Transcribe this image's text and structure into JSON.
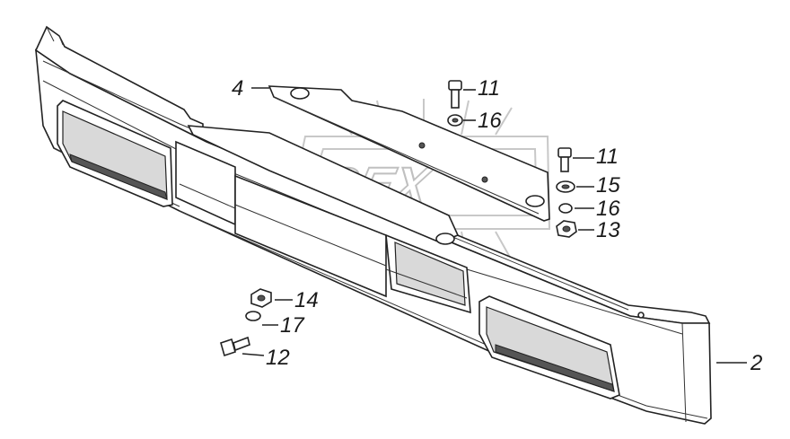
{
  "watermark": {
    "text": "OPEX"
  },
  "callouts": [
    {
      "id": "c4",
      "label": "4"
    },
    {
      "id": "c11a",
      "label": "11"
    },
    {
      "id": "c16a",
      "label": "16"
    },
    {
      "id": "c11b",
      "label": "11"
    },
    {
      "id": "c15",
      "label": "15"
    },
    {
      "id": "c16b",
      "label": "16"
    },
    {
      "id": "c13",
      "label": "13"
    },
    {
      "id": "c14",
      "label": "14"
    },
    {
      "id": "c17",
      "label": "17"
    },
    {
      "id": "c12",
      "label": "12"
    },
    {
      "id": "c2",
      "label": "2"
    }
  ]
}
